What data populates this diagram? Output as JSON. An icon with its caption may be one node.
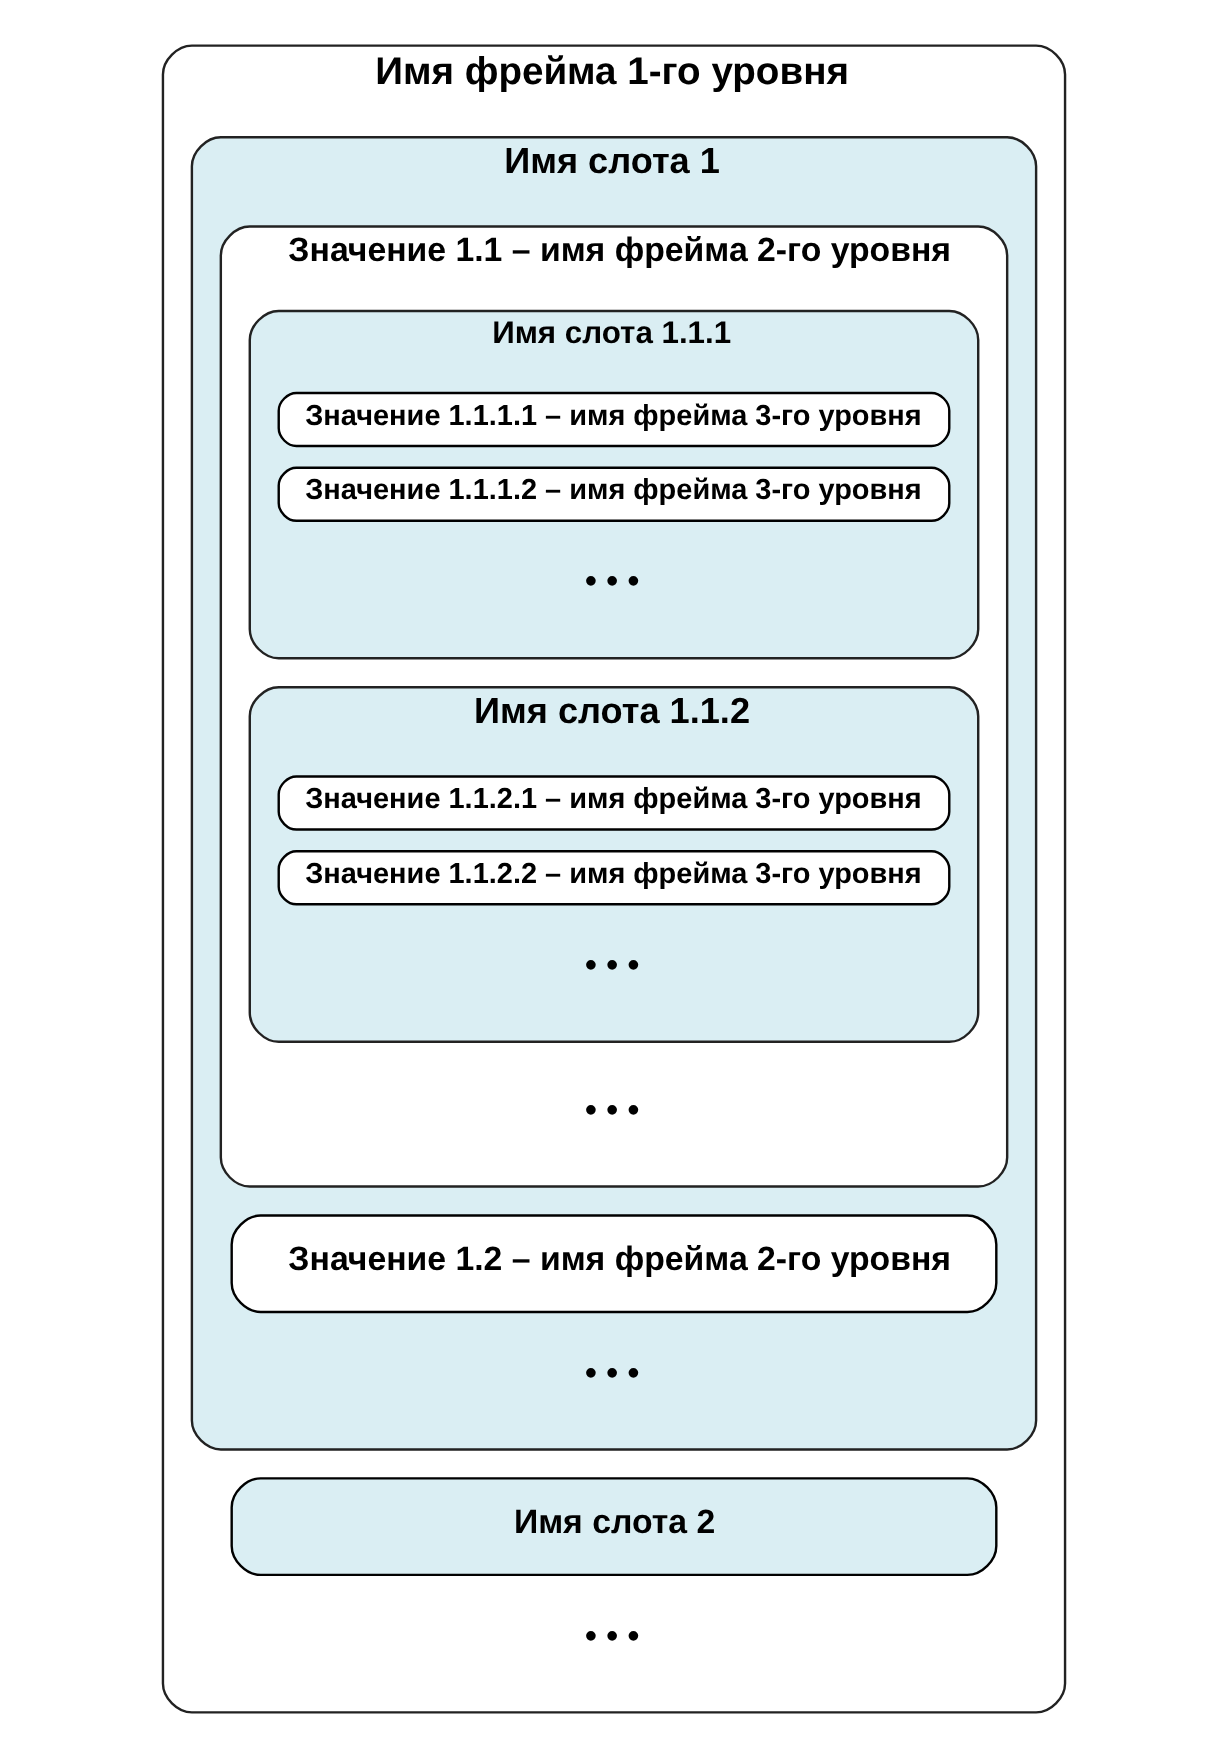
{
  "diagram": {
    "nodes": [
      {
        "text": [
          "Имя фрейма 1-го уровня",
          "• • •"
        ]
      },
      {
        "text": [
          "Имя слота 1",
          "• • •"
        ],
        "in": 0
      },
      {
        "text": [
          "Значение 1.1 – имя фрейма 2-го уровня",
          "• • •"
        ],
        "in": 1
      },
      {
        "text": [
          "Имя слота 1.1.1",
          "• • •"
        ],
        "in": 2
      },
      {
        "text": [
          "Значение 1.1.1.1 – имя фрейма 3-го уровня"
        ],
        "in": 3
      },
      {
        "text": [
          "Значение 1.1.1.2 – имя фрейма 3-го уровня"
        ],
        "in": 3
      },
      {
        "text": [
          "Имя слота 1.1.2",
          "• • •"
        ],
        "in": 2
      },
      {
        "text": [
          "Значение 1.1.2.1 – имя фрейма 3-го уровня"
        ],
        "in": 6
      },
      {
        "text": [
          "Значение 1.1.2.2 – имя фрейма 3-го уровня"
        ],
        "in": 6
      },
      {
        "text": [
          "Значение 1.2 – имя фрейма 2-го уровня"
        ],
        "in": 1
      },
      {
        "text": [
          "Имя слота 2"
        ],
        "in": 0
      }
    ]
  }
}
